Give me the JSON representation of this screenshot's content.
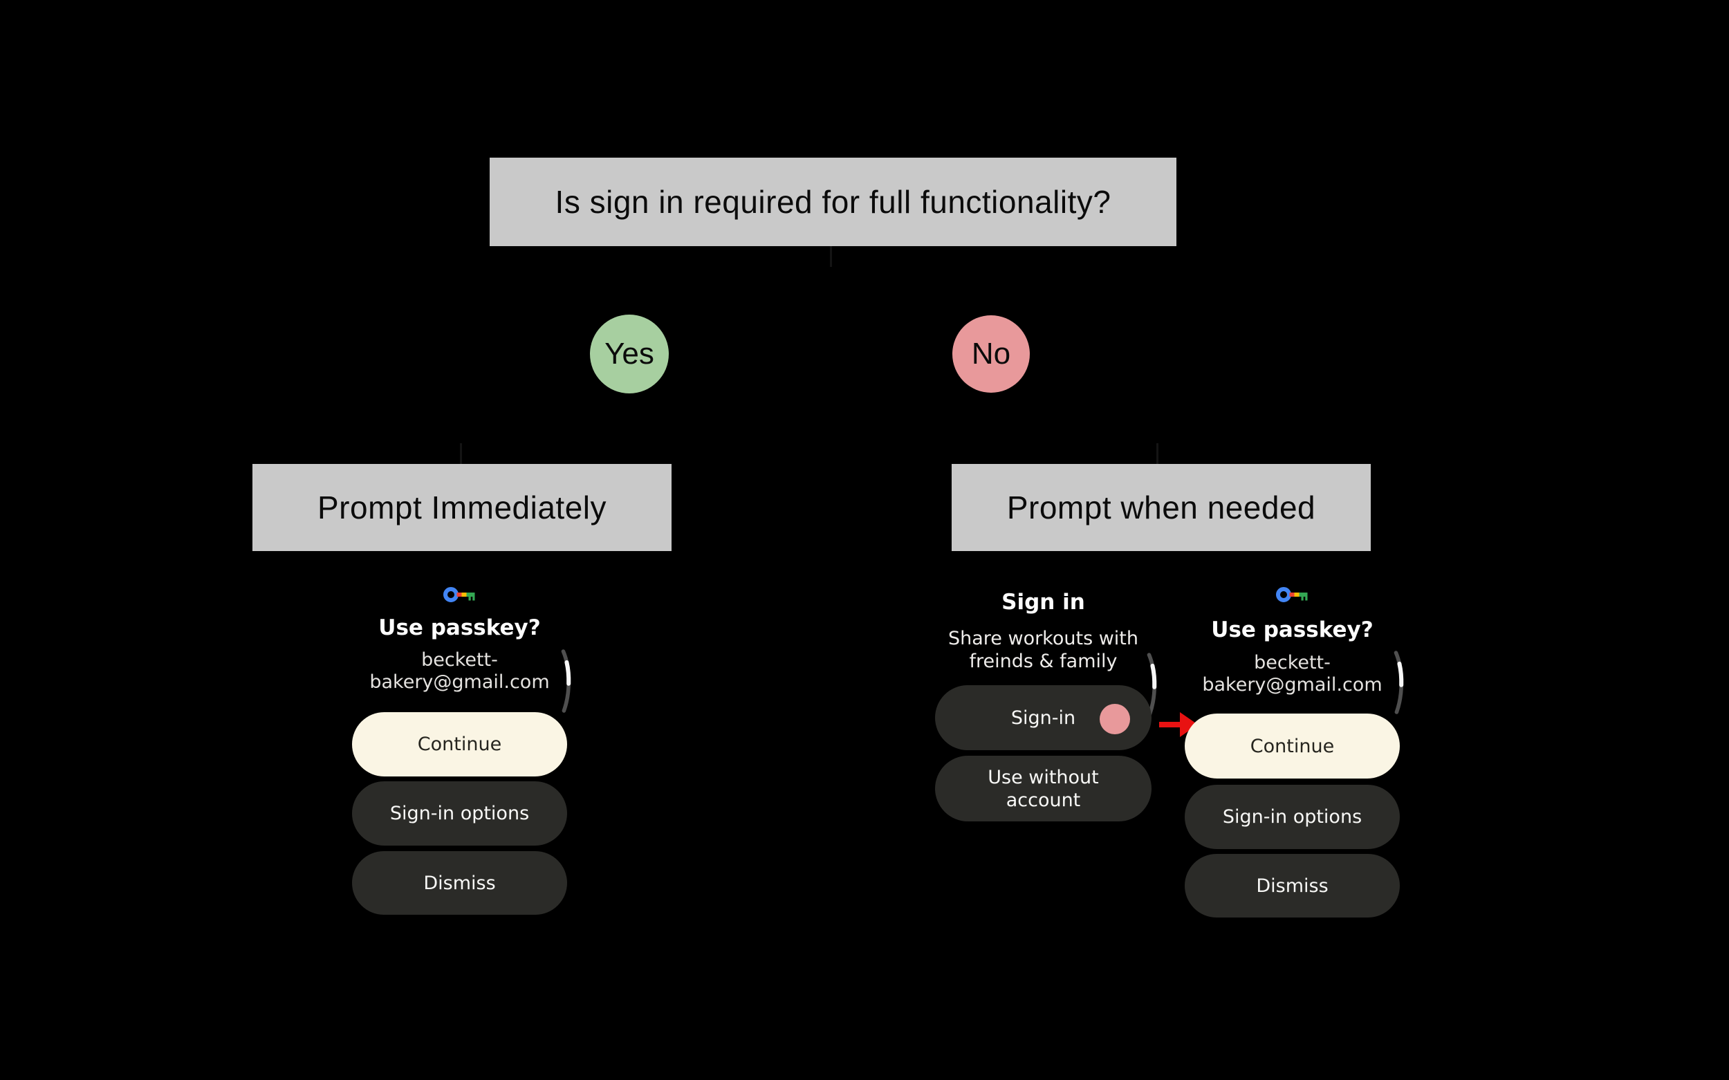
{
  "flowchart": {
    "title": "Is sign in required for full functionality?",
    "decision_yes": "Yes",
    "decision_no": "No",
    "outcome_immediate": "Prompt Immediately",
    "outcome_when_needed": "Prompt when needed"
  },
  "passkey_screen": {
    "icon": "google-passkey-key-icon",
    "title": "Use passkey?",
    "account_line1": "beckett-",
    "account_line2": "bakery@gmail.com",
    "continue_label": "Continue",
    "options_label": "Sign-in options",
    "dismiss_label": "Dismiss"
  },
  "signin_screen": {
    "title": "Sign in",
    "subtitle_line1": "Share workouts with",
    "subtitle_line2": "freinds & family",
    "signin_label": "Sign-in",
    "use_without_line1": "Use without",
    "use_without_line2": "account"
  },
  "colors": {
    "background": "#000000",
    "box_gray": "#c9c9c9",
    "yes_green": "#a7cfa0",
    "no_pink": "#e8999b",
    "cream_button": "#faf5e4",
    "dark_button": "#2b2b28",
    "arrow_red": "#e81212",
    "google_blue": "#4285f4",
    "google_red": "#ea4335",
    "google_yellow": "#fbbc04",
    "google_green": "#34a853"
  }
}
